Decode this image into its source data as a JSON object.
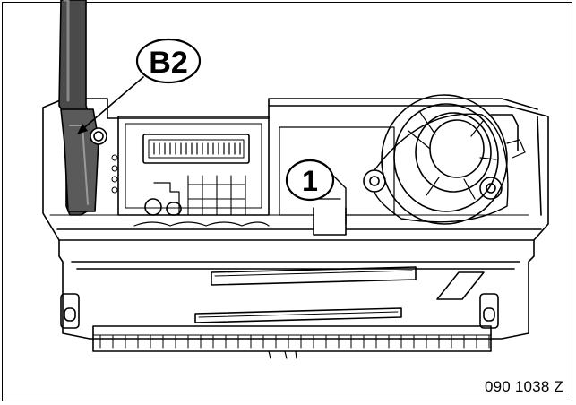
{
  "callouts": {
    "b2": "B2",
    "one": "1"
  },
  "reference_id": "090 1038 Z",
  "colors": {
    "line": "#000000",
    "cable": "#555555",
    "background": "#ffffff"
  }
}
